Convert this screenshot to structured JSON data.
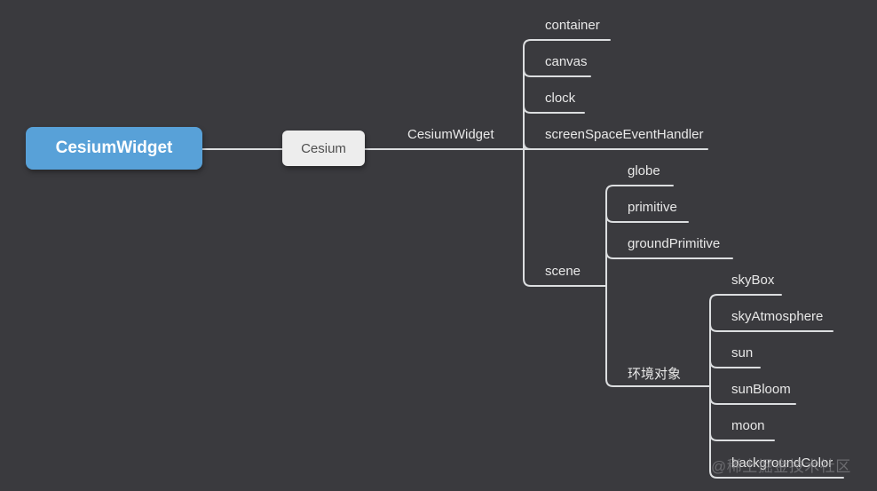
{
  "canvas": {
    "background_color": "#3a3a3e"
  },
  "palette": {
    "root_fill": "#58a1d8",
    "root_text": "#ffffff",
    "box_fill": "#ededed",
    "box_text": "#4f4f4f",
    "branch_line": "#dcdee0",
    "label_text": "#e8e8e8"
  },
  "tree": {
    "root": {
      "label": "CesiumWidget"
    },
    "library": {
      "label": "Cesium"
    },
    "widget": {
      "label": "CesiumWidget"
    },
    "children": [
      {
        "label": "container"
      },
      {
        "label": "canvas"
      },
      {
        "label": "clock"
      },
      {
        "label": "screenSpaceEventHandler"
      },
      {
        "label": "scene",
        "children": [
          {
            "label": "globe"
          },
          {
            "label": "primitive"
          },
          {
            "label": "groundPrimitive"
          },
          {
            "label": "环境对象",
            "children": [
              {
                "label": "skyBox"
              },
              {
                "label": "skyAtmosphere"
              },
              {
                "label": "sun"
              },
              {
                "label": "sunBloom"
              },
              {
                "label": "moon"
              },
              {
                "label": "backgroundColor"
              }
            ]
          }
        ]
      }
    ]
  },
  "watermark": {
    "text": "@稀土掘金技术社区"
  }
}
